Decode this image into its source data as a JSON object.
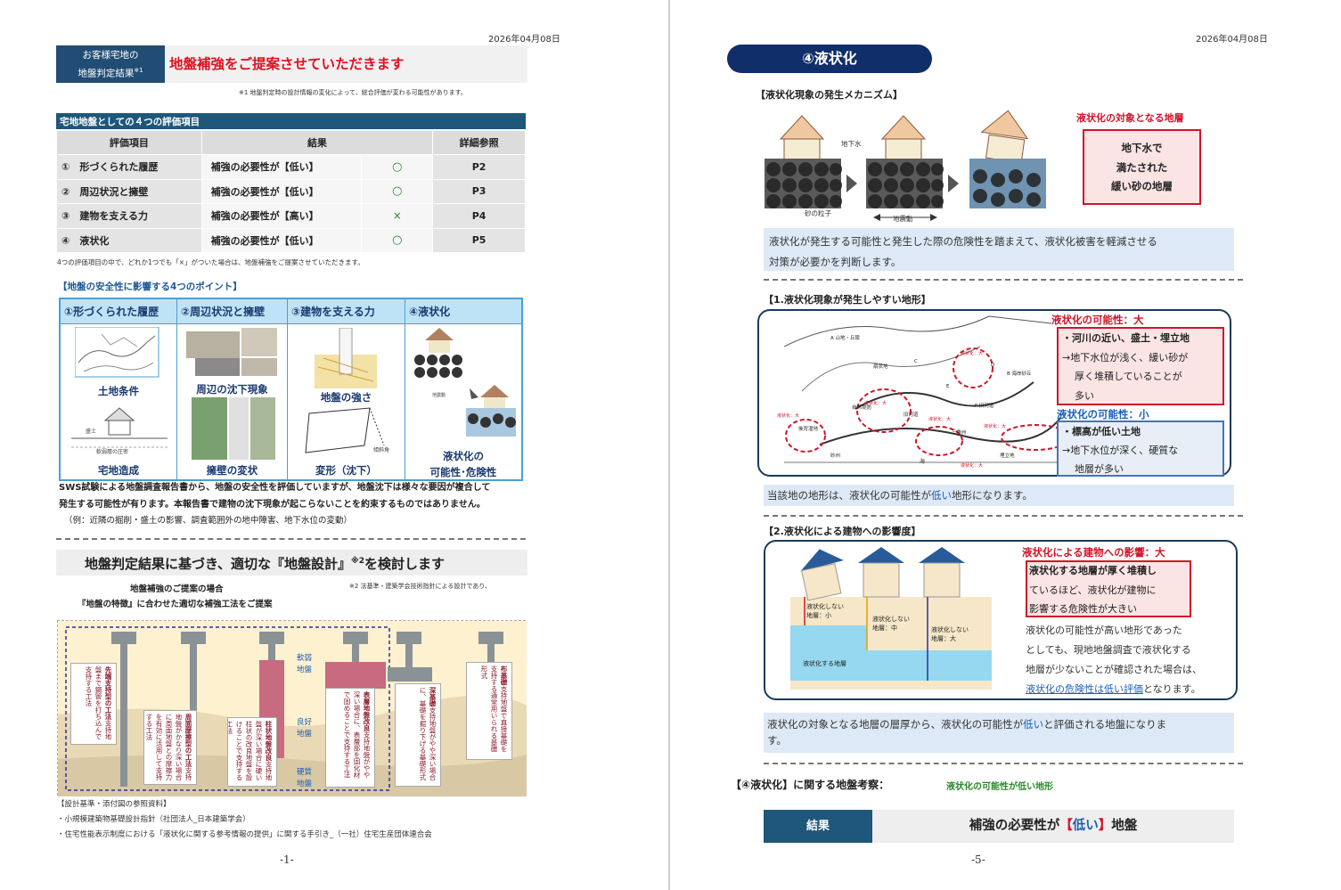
{
  "page1": {
    "date": "2026年04月08日",
    "header": {
      "box_line1": "お客様宅地の",
      "box_line2": "地盤判定結果",
      "box_sup": "※1",
      "headline": "地盤補強をご提案させていただきます",
      "note": "※1 地盤判定時の設計情報の変化によって、総合評価が変わる可能性があります。"
    },
    "eval_table": {
      "caption": "宅地地盤としての４つの評価項目",
      "headers": [
        "評価項目",
        "結果",
        "詳細参照"
      ],
      "rows": [
        {
          "item": "①　形づくられた履歴",
          "result": "補強の必要性が【低い】",
          "mark": "○",
          "ref": "P2"
        },
        {
          "item": "②　周辺状況と擁壁",
          "result": "補強の必要性が【低い】",
          "mark": "○",
          "ref": "P3"
        },
        {
          "item": "③　建物を支える力",
          "result": "補強の必要性が【高い】",
          "mark": "×",
          "ref": "P4"
        },
        {
          "item": "④　液状化",
          "result": "補強の必要性が【低い】",
          "mark": "○",
          "ref": "P5"
        }
      ],
      "footnote": "4つの評価項目の中で、どれか1つでも「×」がついた場合は、地盤補強をご提案させていただきます。"
    },
    "points": {
      "title": "【地盤の安全性に影響する4つのポイント】",
      "cols": [
        {
          "head": "①形づくられた履歴",
          "label_a": "土地条件",
          "label_b": "宅地造成",
          "sub_a": "盛土",
          "sub_b": "軟弱層の圧密"
        },
        {
          "head": "②周辺状況と擁壁",
          "label_a": "周辺の沈下現象",
          "label_b": "擁壁の変状"
        },
        {
          "head": "③建物を支える力",
          "label_a": "地盤の強さ",
          "label_b": "変形（沈下）",
          "sub_b": "傾斜角"
        },
        {
          "head": "④液状化",
          "label_a": "液状化の",
          "label_b": "可能性･危険性",
          "sub_a": "地震動"
        }
      ]
    },
    "sws_text": [
      "SWS試験による地盤調査報告書から、地盤の安全性を評価していますが、地盤沈下は様々な要因が複合して",
      "発生する可能性が有ります。本報告書で建物の沈下現象が起こらないことを約束するものではありません。",
      "（例：近隣の掘削・盛土の影響、調査範囲外の地中障害、地下水位の変動）"
    ],
    "design": {
      "headline": "地盤判定結果に基づき、適切な『地盤設計』",
      "headline_sup": "※2",
      "headline_tail": "を検討します",
      "sub1": "地盤補強のご提案の場合",
      "sub2": "『地盤の特徴』に合わせた適切な補強工法をご提案",
      "note2": "※2 法基準・建築学会技術指針による設計であり、",
      "soil_labels": [
        "軟弱",
        "地盤",
        "良好",
        "地盤",
        "硬質",
        "地盤"
      ],
      "methods": [
        {
          "name": "先端支持型の工法",
          "desc": "支持地盤まで鋼管を打ち込んで支持する工法"
        },
        {
          "name": "周面摩擦型の工法",
          "desc": "支持地盤がかなり深い場合に周面地盤との摩擦力を有効に活用して支持する工法"
        },
        {
          "name": "柱状地盤改良",
          "desc": "支持地盤が深い場合に硬い柱状の改良地盤を設けることで支持する工法"
        },
        {
          "name": "表層地盤改良",
          "desc": "支持地盤がやや深い場合に、表層部を固化材で固めることで支持する工法"
        },
        {
          "name": "深基礎",
          "desc": "支持地盤がやや深い場合に、基礎を掘り下げる基礎形式"
        },
        {
          "name": "布基礎",
          "desc": "支持地盤で直接基礎を支持する通常用いられる基礎形式"
        }
      ]
    },
    "refs": [
      "【設計基準・添付図の参照資料】",
      "・小規模建築物基礎設計指針（社団法人_日本建築学会）",
      "・住宅性能表示制度における「液状化に関する参考情報の提供」に関する手引き_（一社）住宅生産団体連合会"
    ],
    "page_number": "-1-"
  },
  "page2": {
    "date": "2026年04月08日",
    "title": "④液状化",
    "mech": {
      "heading": "【液状化現象の発生メカニズム】",
      "label_water": "地下水",
      "label_sand": "砂の粒子",
      "label_quake": "地震動",
      "target_title": "液状化の対象となる地層",
      "target_box": [
        "地下水で",
        "満たされた",
        "緩い砂の地層"
      ]
    },
    "intro": [
      "液状化が発生する可能性と発生した際の危険性を踏まえて、液状化被害を軽減させる",
      "対策が必要かを判断します。"
    ],
    "sec1": {
      "heading": "【1.液状化現象が発生しやすい地形】",
      "high_title": "液状化の可能性：大",
      "high_lines": [
        "・河川の近い、盛土・埋立地",
        "→地下水位が浅く、緩い砂が",
        "厚く堆積していることが",
        "多い"
      ],
      "low_title": "液状化の可能性：小",
      "low_lines": [
        "・標高が低い土地",
        "→地下水位が深く、硬質な",
        "地層が多い"
      ],
      "map_labels": [
        "A 山地・丘陵",
        "扇状地",
        "自然堤防",
        "後背湿地",
        "旧河道",
        "三角州",
        "海",
        "砂州",
        "埋立地",
        "B 海岸砂丘",
        "C",
        "D",
        "F 旧河道",
        "E",
        "液状化：大",
        "液状化：大",
        "液状化：大",
        "液状化：大",
        "液状化：大",
        "液状化：大"
      ],
      "result_pre": "当該地の地形は、液状化の可能性が",
      "result_em": "低い",
      "result_post": "地形になります。"
    },
    "sec2": {
      "heading": "【2.液状化による建物への影響度】",
      "impact_title": "液状化による建物への影響：大",
      "impact_lines": [
        "液状化する地層が厚く堆積し",
        "ているほど、液状化が建物に",
        "影響する危険性が大きい"
      ],
      "body_lines": [
        "液状化の可能性が高い地形であった",
        "としても、現地地盤調査で液状化する",
        "地層が少ないことが確認された場合は、"
      ],
      "body_link": "液状化の危険性は低い評価",
      "body_tail": "となります。",
      "fig_labels": {
        "small": [
          "液状化しない",
          "地層：小"
        ],
        "mid": [
          "液状化しない",
          "地層：中"
        ],
        "large": [
          "液状化しない",
          "地層：大"
        ],
        "liq": "液状化する地層"
      },
      "result_pre": "液状化の対象となる地層の層厚から、液状化の可能性が",
      "result_em": "低い",
      "result_post": "と評価される地盤になりま",
      "result_line2": "す。"
    },
    "consider": {
      "label": "【④液状化】に関する地盤考察：",
      "value": "液状化の可能性が低い地形"
    },
    "result": {
      "label": "結果",
      "pre": "補強の必要性が",
      "open": "【",
      "em": "低い",
      "close": "】",
      "post": "地盤"
    },
    "page_number": "-5-"
  },
  "colors": {
    "navy": "#1e5779",
    "title_navy": "#102e6a",
    "red": "#d0142a",
    "blue": "#1c5fb6",
    "green": "#2a8a2a"
  }
}
